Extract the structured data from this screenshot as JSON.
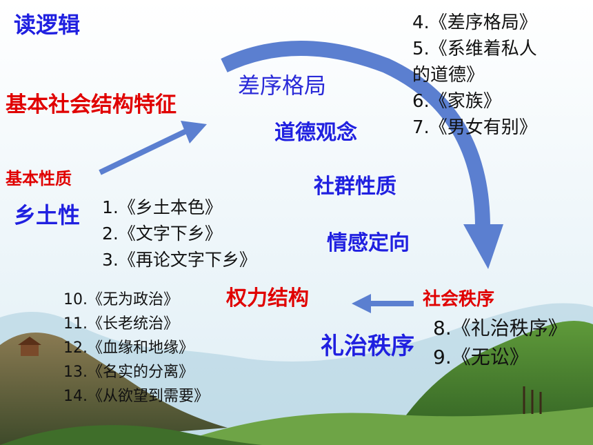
{
  "title": "读逻辑",
  "labels": {
    "structure_feature": "基本社会结构特征",
    "basic_nature": "基本性质",
    "xiangtuxing": "乡土性",
    "chaxugeju": "差序格局",
    "daode_guannian": "道德观念",
    "shequn_xingzhi": "社群性质",
    "qinggan_dingxiang": "情感定向",
    "shehui_zhixu": "社会秩序",
    "quanli_jiegou": "权力结构",
    "lizhi_zhixu": "礼治秩序"
  },
  "lists": {
    "top_right": [
      "4.《差序格局》",
      "5.《系维着私人",
      "的道德》",
      "6.《家族》",
      "7.《男女有别》"
    ],
    "middle_left": [
      "1.《乡土本色》",
      "2.《文字下乡》",
      "3.《再论文字下乡》"
    ],
    "bottom_left": [
      "10.《无为政治》",
      "11.《长老统治》",
      "12.《血缘和地缘》",
      "13.《名实的分离》",
      "14.《从欲望到需要》"
    ],
    "bottom_right": [
      "8.《礼治秩序》",
      "9.《无讼》"
    ]
  },
  "colors": {
    "heading_blue": "#2020e0",
    "emphasis_red": "#e00000",
    "arrow_blue": "#5b7fd0"
  }
}
